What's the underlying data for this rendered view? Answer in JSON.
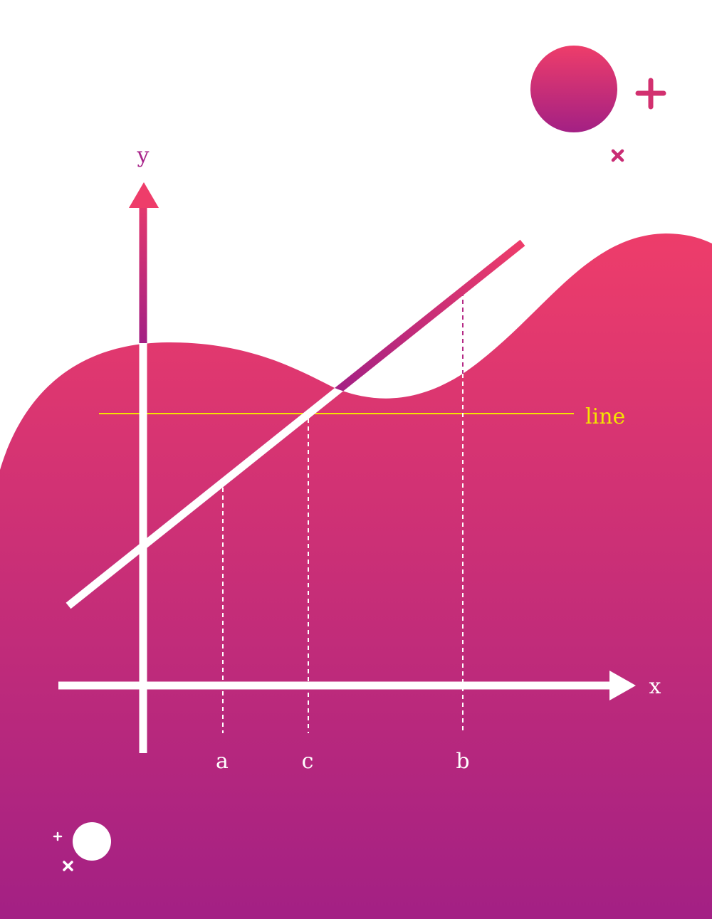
{
  "labels": {
    "y_axis": "y",
    "x_axis": "x",
    "line": "line",
    "point_a": "a",
    "point_c": "c",
    "point_b": "b"
  },
  "colors": {
    "gradient_top": "#EE3D6A",
    "gradient_bottom": "#A32084",
    "white": "#FFFFFF",
    "line_yellow": "#F4E400"
  }
}
